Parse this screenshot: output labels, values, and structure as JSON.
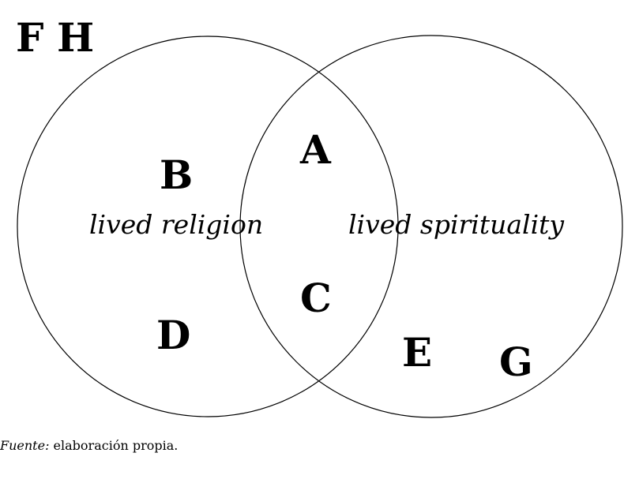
{
  "diagram": {
    "sets": [
      {
        "label": "lived religion"
      },
      {
        "label": "lived spirituality"
      }
    ],
    "letters": {
      "F": "F",
      "H": "H",
      "A": "A",
      "B": "B",
      "C": "C",
      "D": "D",
      "E": "E",
      "G": "G"
    }
  },
  "source": {
    "prefix": "Fuente:",
    "text": " elaboración propia."
  }
}
